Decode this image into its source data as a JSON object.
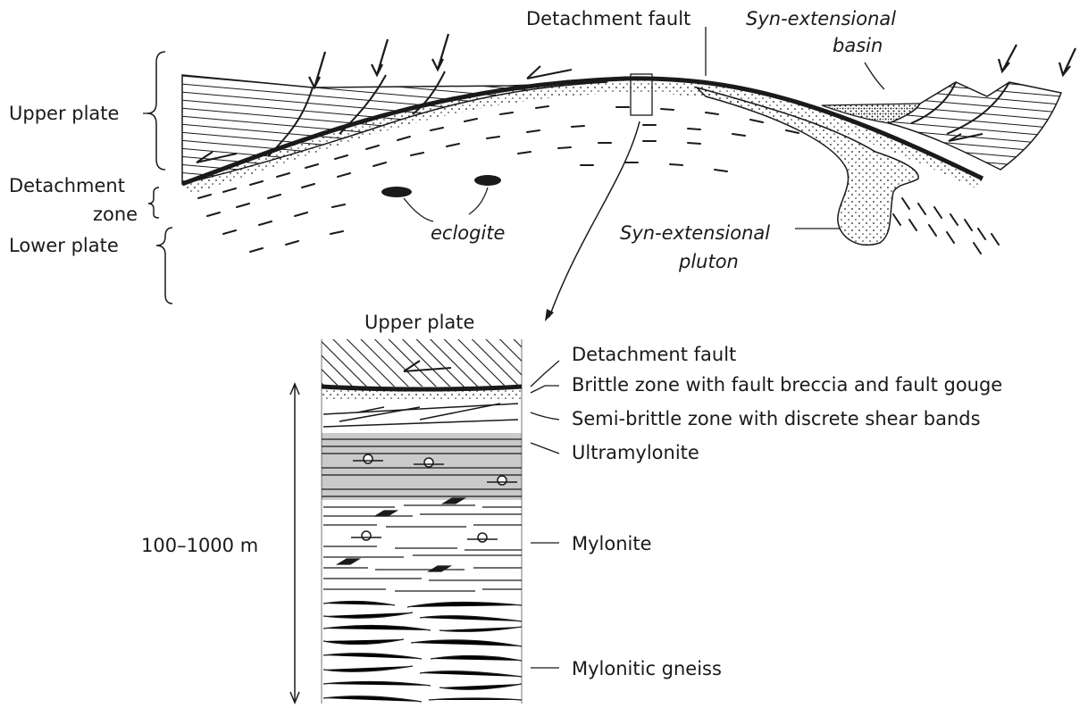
{
  "cross_section": {
    "labels": {
      "upper_plate": "Upper plate",
      "detachment_zone_line1": "Detachment",
      "detachment_zone_line2": "zone",
      "lower_plate": "Lower plate",
      "detachment_fault": "Detachment fault",
      "syn_extensional_basin_line1": "Syn-extensional",
      "syn_extensional_basin_line2": "basin",
      "eclogite": "eclogite",
      "syn_extensional_pluton_line1": "Syn-extensional",
      "syn_extensional_pluton_line2": "pluton"
    }
  },
  "column": {
    "top_label": "Upper plate",
    "thickness_label": "100–1000 m",
    "zones": [
      "Detachment fault",
      "Brittle zone with fault breccia and fault gouge",
      "Semi-brittle zone with discrete shear bands",
      "Ultramylonite",
      "Mylonite",
      "Mylonitic gneiss"
    ]
  },
  "colors": {
    "ink": "#1a1a1a",
    "ultramylonite_shade": "#b8b8b8",
    "background": "#ffffff"
  }
}
